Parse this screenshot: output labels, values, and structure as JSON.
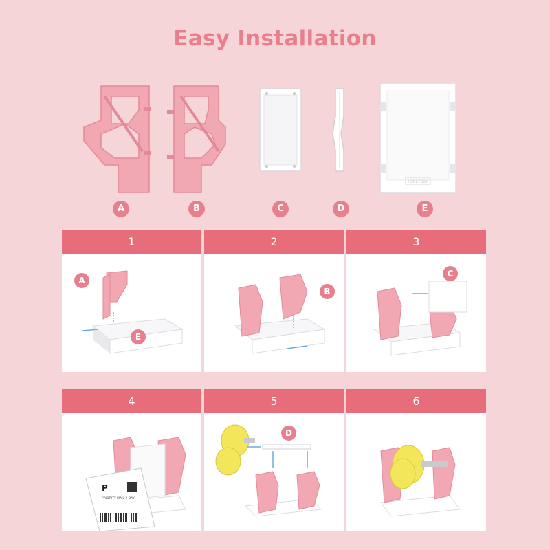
{
  "title": "Easy Installation",
  "colors": {
    "background": "#f6d5d8",
    "accent": "#e97f8c",
    "header": "#e76d7b",
    "part_pink": "#f2a8b3",
    "part_white": "#ffffff",
    "label_yellow": "#f3e65a"
  },
  "parts": [
    {
      "label": "A"
    },
    {
      "label": "B"
    },
    {
      "label": "C"
    },
    {
      "label": "D"
    },
    {
      "label": "E"
    }
  ],
  "steps": [
    {
      "number": "1",
      "callouts": [
        "A",
        "E"
      ]
    },
    {
      "number": "2",
      "callouts": [
        "B"
      ]
    },
    {
      "number": "3",
      "callouts": [
        "C"
      ]
    },
    {
      "number": "4",
      "callouts": []
    },
    {
      "number": "5",
      "callouts": [
        "D"
      ]
    },
    {
      "number": "6",
      "callouts": []
    }
  ],
  "shipping_label": {
    "letter": "P",
    "service": "PRIORITY MAIL 2-DAY"
  },
  "stand_text": "HONEYJOY"
}
